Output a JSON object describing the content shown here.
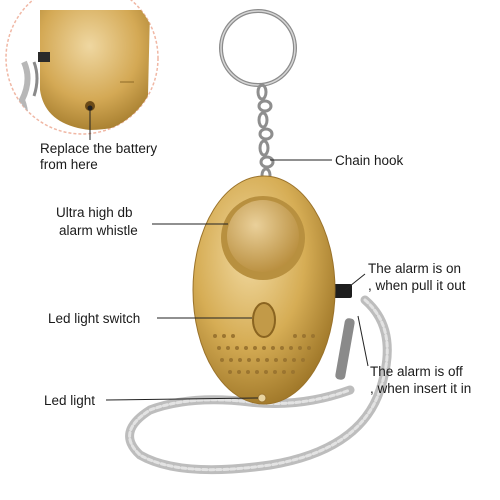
{
  "labels": {
    "battery_line1": "Replace the battery",
    "battery_line2": "from here",
    "chain_hook": "Chain hook",
    "whistle_line1": "Ultra high db",
    "whistle_line2": "alarm whistle",
    "alarm_on_line1": "The alarm is on",
    "alarm_on_line2": ", when pull it out",
    "led_switch": "Led light switch",
    "alarm_off_line1": "The alarm is off",
    "alarm_off_line2": ", when insert it in",
    "led_light": "Led light"
  },
  "colors": {
    "device_gold": "#d9b25c",
    "device_shadow": "#a67d2c",
    "leader_line": "#222222",
    "strap": "#b9b9b9",
    "metal": "#8e8e8e"
  }
}
